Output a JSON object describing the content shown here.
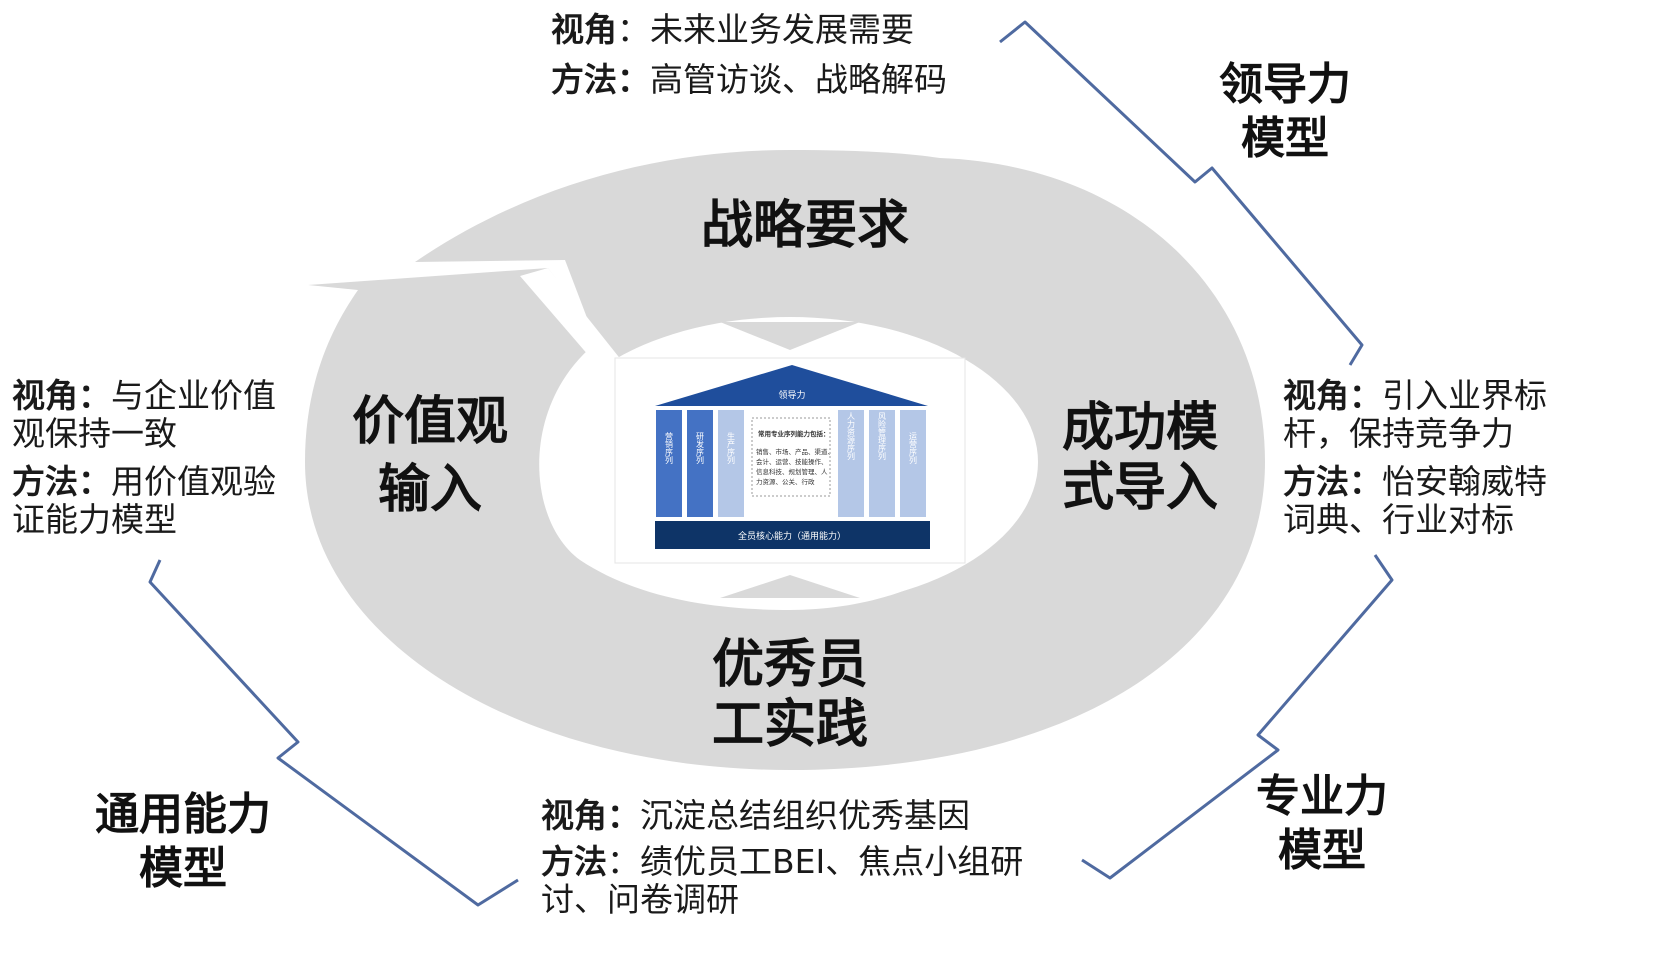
{
  "top_block": {
    "view_key": "视角",
    "view_value": "未来业务发展需要",
    "method_key": "方法：",
    "method_value": "高管访谈、战略解码"
  },
  "left_block": {
    "view_key": "视角：",
    "view_value_1": "与企业价值",
    "view_value_2": "观保持一致",
    "method_key": "方法：",
    "method_value_1": "用价值观验",
    "method_value_2": "证能力模型"
  },
  "right_block": {
    "view_key": "视角：",
    "view_value_1": "引入业界标",
    "view_value_2": "杆，保持竞争力",
    "method_key": "方法：",
    "method_value_1": "怡安翰威特",
    "method_value_2": "词典、行业对标"
  },
  "bottom_block": {
    "view_key": "视角：",
    "view_value": "沉淀总结组织优秀基因",
    "method_key": "方法",
    "method_value_1": "：绩优员工BEI、焦点小组研",
    "method_value_2": "讨、问卷调研"
  },
  "ring": {
    "top": "战略要求",
    "left_1": "价值观",
    "left_2": "输入",
    "right_1": "成功模",
    "right_2": "式导入",
    "bottom_1": "优秀员",
    "bottom_2": "工实践"
  },
  "models": {
    "leadership_1": "领导力",
    "leadership_2": "模型",
    "professional_1": "专业力",
    "professional_2": "模型",
    "general_1": "通用能力",
    "general_2": "模型"
  },
  "house": {
    "roof": "领导力",
    "pillars": [
      "营销序列",
      "研发序列",
      "生产序列",
      "人力资源序列",
      "风险管理序列",
      "运营序列"
    ],
    "center_title": "常用专业序列能力包括：",
    "center_lines": [
      "销售、市场、产品、渠道、",
      "会计、运营、技能操作、",
      "信息科技、规划管理、人",
      "力资源、公关、行政"
    ],
    "base": "全员核心能力（通用能力）"
  },
  "colors": {
    "ring": "#d9d9d9",
    "bracket": "#4f6aa0",
    "house_dark": "#1f4e9c",
    "house_mid": "#4472c4",
    "house_light": "#b4c7e7",
    "house_base": "#0e3467"
  }
}
